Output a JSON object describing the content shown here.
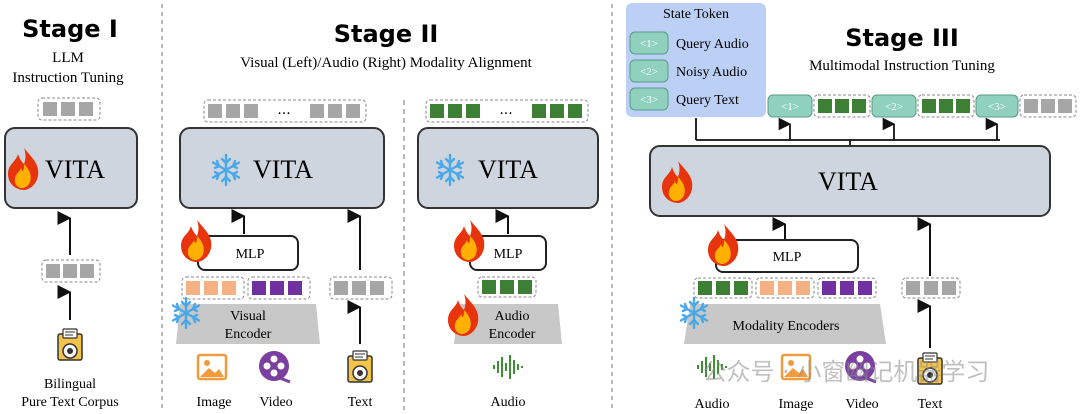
{
  "stage1": {
    "title": "Stage I",
    "subtitle_line1": "LLM",
    "subtitle_line2": "Instruction Tuning",
    "vita": "VITA",
    "input_line1": "Bilingual",
    "input_line2": "Pure Text Corpus"
  },
  "stage2": {
    "title": "Stage II",
    "subtitle": "Visual (Left)/Audio (Right) Modality Alignment",
    "left": {
      "vita": "VITA",
      "mlp": "MLP",
      "encoder_line1": "Visual",
      "encoder_line2": "Encoder",
      "inputs": [
        "Image",
        "Video",
        "Text"
      ],
      "ellipsis": "···"
    },
    "right": {
      "vita": "VITA",
      "mlp": "MLP",
      "encoder_line1": "Audio",
      "encoder_line2": "Encoder",
      "inputs": [
        "Audio"
      ],
      "ellipsis": "···"
    }
  },
  "stage3": {
    "title": "Stage III",
    "subtitle": "Multimodal Instruction Tuning",
    "vita": "VITA",
    "mlp": "MLP",
    "encoder": "Modality Encoders",
    "inputs": [
      "Audio",
      "Image",
      "Video",
      "Text"
    ],
    "state_token": {
      "title": "State Token",
      "items": [
        {
          "tag": "<1>",
          "label": "Query Audio"
        },
        {
          "tag": "<2>",
          "label": "Noisy Audio"
        },
        {
          "tag": "<3>",
          "label": "Query Text"
        }
      ]
    },
    "output_tags": [
      "<1>",
      "<2>",
      "<3>"
    ]
  },
  "watermark": "公众号 · 小窗幽记机器学习",
  "colors": {
    "vita_box": "#cfd5de",
    "token_gray": "#a6a6a6",
    "token_orange": "#f4b183",
    "token_purple": "#7030a0",
    "token_green": "#3e7f36",
    "state_tag": "#8fd1bd",
    "state_panel": "#bcd0f5",
    "encoder": "#c8c8c8",
    "fire": "#e8340c",
    "snow": "#4aa8e8"
  }
}
